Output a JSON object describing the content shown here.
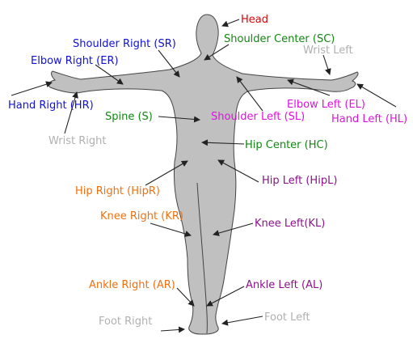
{
  "colors": {
    "body_fill": "#c0c0c0",
    "body_stroke": "#444444",
    "arrow": "#222222",
    "red": "#e60000",
    "blue": "#1010d8",
    "green": "#118811",
    "magenta": "#e010e0",
    "purple": "#8b138b",
    "orange": "#f07010",
    "gray": "#b0b0b0"
  },
  "labels": {
    "head": "Head",
    "shoulder_right": "Shoulder Right (SR)",
    "shoulder_center": "Shoulder Center (SC)",
    "wrist_left": "Wrist Left",
    "elbow_right": "Elbow Right (ER)",
    "hand_right": "Hand Right (HR)",
    "elbow_left": "Elbow Left (EL)",
    "hand_left": "Hand Left (HL)",
    "spine": "Spine (S)",
    "shoulder_left": "Shoulder Left (SL)",
    "wrist_right": "Wrist Right",
    "hip_center": "Hip Center (HC)",
    "hip_left": "Hip Left (HipL)",
    "hip_right": "Hip Right (HipR)",
    "knee_right": "Knee Right (KR)",
    "knee_left": "Knee Left(KL)",
    "ankle_right": "Ankle Right (AR)",
    "ankle_left": "Ankle Left (AL)",
    "foot_left": "Foot Left",
    "foot_right": "Foot Right"
  }
}
